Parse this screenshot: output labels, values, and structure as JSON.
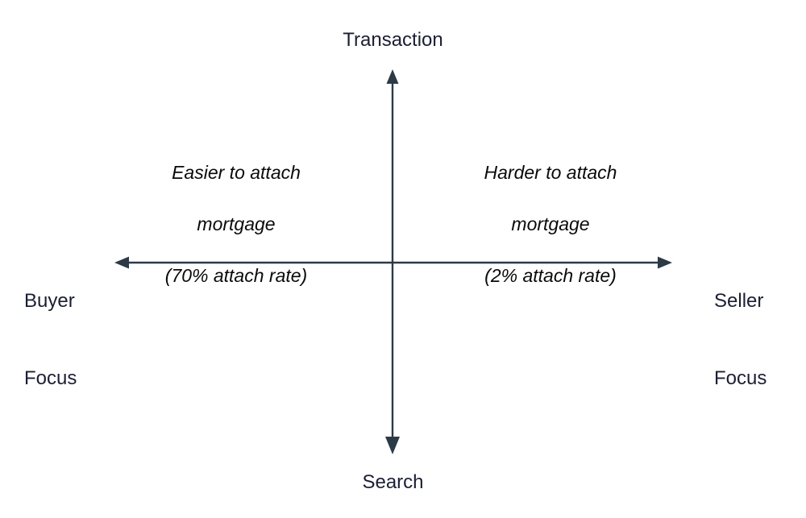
{
  "diagram": {
    "type": "2x2-quadrant-matrix",
    "background_color": "#ffffff",
    "axis_color": "#2b3a47",
    "axis_label_color": "#1a1f36",
    "quadrant_text_color": "#0a0a0a",
    "vertical_axis": {
      "top_label": "Transaction",
      "bottom_label": "Search"
    },
    "horizontal_axis": {
      "left_label": "Buyer\nFocus",
      "left_label_line1": "Buyer",
      "left_label_line2": "Focus",
      "right_label": "Seller\nFocus",
      "right_label_line1": "Seller",
      "right_label_line2": "Focus"
    },
    "quadrants": [
      {
        "position": "upper-left",
        "text": "Easier to attach\nmortgage\n(70% attach rate)",
        "line1": "Easier to attach",
        "line2": "mortgage",
        "line3": "(70% attach rate)",
        "attach_rate": "70%"
      },
      {
        "position": "upper-right",
        "text": "Harder to attach\nmortgage\n(2% attach rate)",
        "line1": "Harder to attach",
        "line2": "mortgage",
        "line3": "(2% attach rate)",
        "attach_rate": "2%"
      }
    ]
  }
}
